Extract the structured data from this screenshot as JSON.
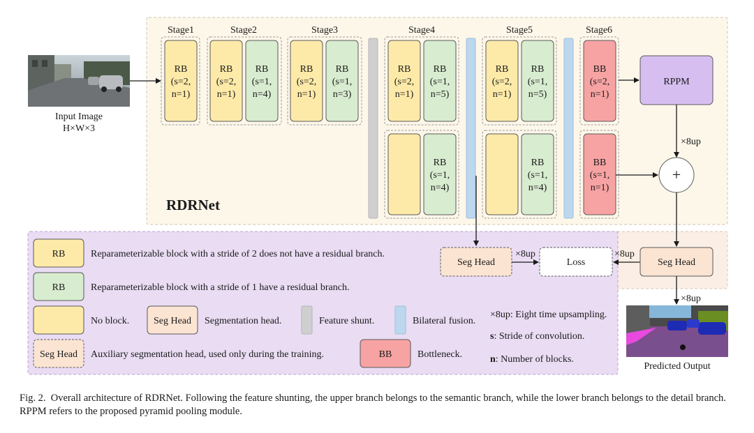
{
  "diagram": {
    "title": "RDRNet",
    "input": {
      "label": "Input Image",
      "size": "H×W×3"
    },
    "output": {
      "label": "Predicted Output"
    },
    "stages": [
      "Stage1",
      "Stage2",
      "Stage3",
      "Stage4",
      "Stage5",
      "Stage6"
    ],
    "blocks": {
      "s1": [
        "RB",
        "(s=2,",
        "n=1)"
      ],
      "s2a": [
        "RB",
        "(s=2,",
        "n=1)"
      ],
      "s2b": [
        "RB",
        "(s=1,",
        "n=4)"
      ],
      "s3a": [
        "RB",
        "(s=2,",
        "n=1)"
      ],
      "s3b": [
        "RB",
        "(s=1,",
        "n=3)"
      ],
      "s4a": [
        "RB",
        "(s=2,",
        "n=1)"
      ],
      "s4b": [
        "RB",
        "(s=1,",
        "n=5)"
      ],
      "s4c": [
        "RB",
        "(s=1,",
        "n=4)"
      ],
      "s5a": [
        "RB",
        "(s=2,",
        "n=1)"
      ],
      "s5b": [
        "RB",
        "(s=1,",
        "n=5)"
      ],
      "s5c": [
        "RB",
        "(s=1,",
        "n=4)"
      ],
      "s6a": [
        "BB",
        "(s=2,",
        "n=1)"
      ],
      "s6b": [
        "BB",
        "(s=1,",
        "n=1)"
      ]
    },
    "rppm": "RPPM",
    "plus": "+",
    "up_labels": [
      "×8up",
      "×8up",
      "×8up",
      "×8up"
    ],
    "seg_head": "Seg Head",
    "loss": "Loss"
  },
  "legend": {
    "rb_label": "RB",
    "rb_s2_desc": "Reparameterizable block with a stride of 2 does not have a residual branch.",
    "rb_s1_desc": "Reparameterizable block with a stride of 1 have a residual branch.",
    "no_block_desc": "No block.",
    "seg_head_label": "Seg Head",
    "seg_head_desc": "Segmentation head.",
    "feature_shunt_desc": "Feature shunt.",
    "bilateral_desc": "Bilateral fusion.",
    "up_key": "×8up",
    "up_desc": ": Eight time upsampling.",
    "s_key": "s",
    "s_desc": ": Stride of convolution.",
    "n_key": "n",
    "n_desc": ": Number of blocks.",
    "aux_label": "Seg Head",
    "aux_desc": "Auxiliary segmentation head, used only during the training.",
    "bb_label": "BB",
    "bb_desc": "Bottleneck."
  },
  "caption": {
    "fig": "Fig. 2.",
    "text": "Overall architecture of RDRNet. Following the feature shunting, the upper branch belongs to the semantic branch, while the lower branch belongs to the detail branch. RPPM refers to the proposed pyramid pooling module."
  },
  "colors": {
    "rb_s2": "#fdeaa8",
    "rb_s1": "#d8ecd0",
    "bb": "#f7a3a3",
    "rppm": "#d6bff0",
    "seg_head": "#fbe4d2",
    "shunt": "#cfcfcf",
    "fusion": "#bcd7ee",
    "legend_bg": "#e9dcf3",
    "main_bg": "#fdf7ea",
    "bottom_bg": "#fbeee4"
  }
}
